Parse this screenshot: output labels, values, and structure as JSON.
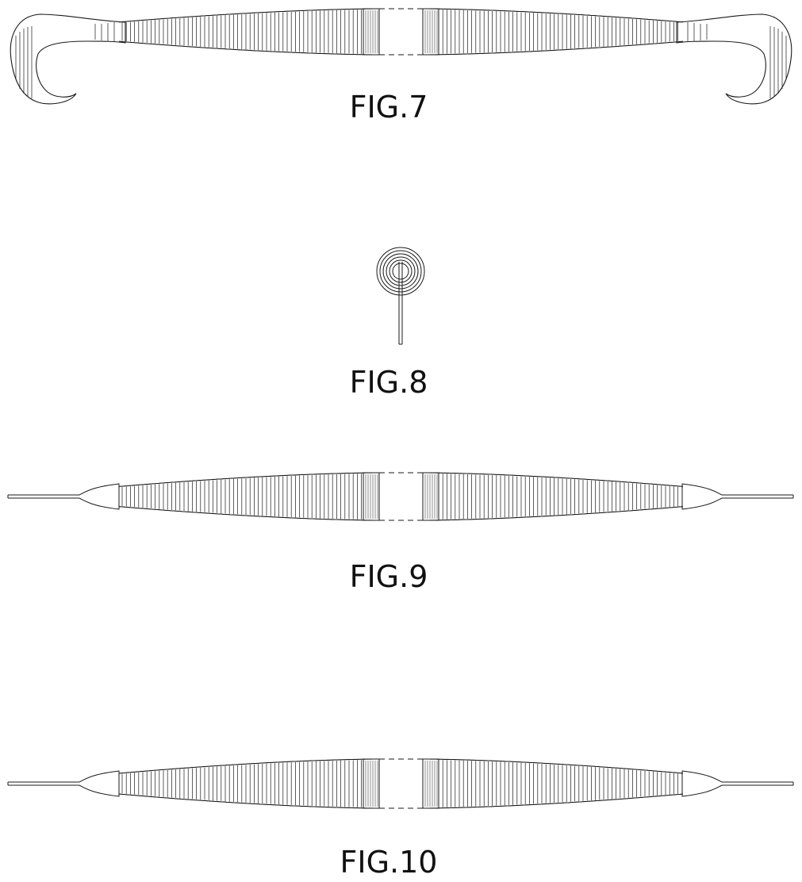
{
  "figures": [
    {
      "id": "fig7",
      "label": "FIG.7",
      "view": "hooked-ends"
    },
    {
      "id": "fig8",
      "label": "FIG.8",
      "view": "end-view-spiral"
    },
    {
      "id": "fig9",
      "label": "FIG.9",
      "view": "straight-tips"
    },
    {
      "id": "fig10",
      "label": "FIG.10",
      "view": "straight-tips"
    }
  ],
  "colors": {
    "line": "#1a1a1a",
    "background": "#ffffff"
  }
}
